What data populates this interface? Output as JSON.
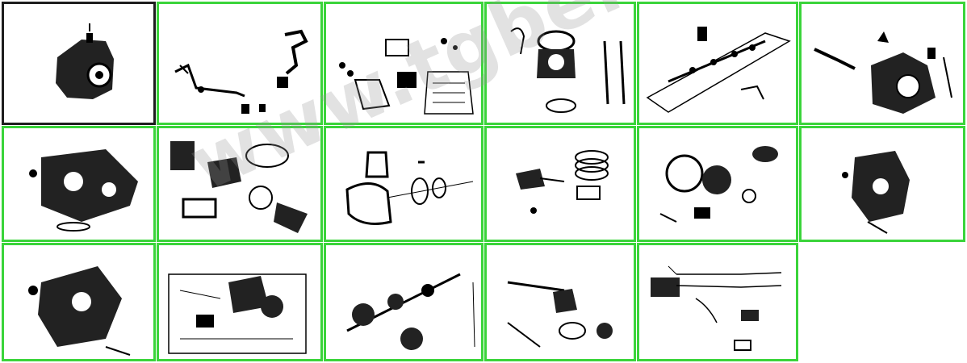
{
  "watermark": "www.tgbersatzteile.de",
  "colors": {
    "tile_border": "#3ad43a",
    "diagram_ink": "#111111"
  },
  "thumbnails": [
    {
      "id": "engine-assembly"
    },
    {
      "id": "intake-exhaust-pipes"
    },
    {
      "id": "carburetor-parts"
    },
    {
      "id": "cylinder-head"
    },
    {
      "id": "camshaft-chain"
    },
    {
      "id": "right-crankcase-cover"
    },
    {
      "id": "crankcase"
    },
    {
      "id": "oil-pump-covers"
    },
    {
      "id": "cylinder"
    },
    {
      "id": "crankshaft-piston"
    },
    {
      "id": "starter-clutch"
    },
    {
      "id": "left-crankcase-cover"
    },
    {
      "id": "transmission-gears"
    },
    {
      "id": "cvt-drive"
    },
    {
      "id": "final-drive-shaft"
    },
    {
      "id": "kickstarter"
    },
    {
      "id": "throttle-cables"
    }
  ]
}
